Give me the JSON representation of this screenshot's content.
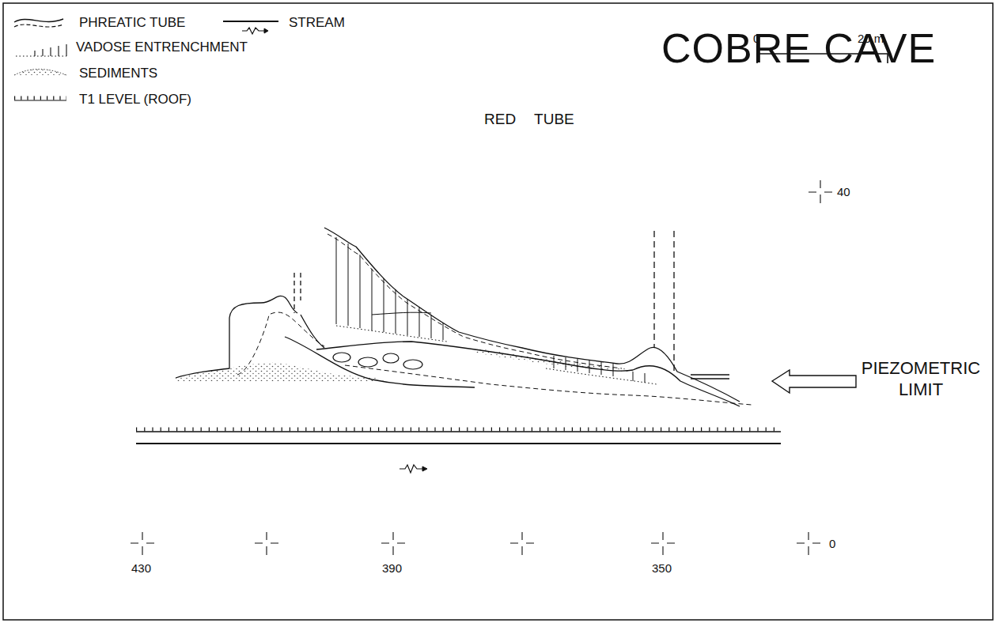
{
  "diagram": {
    "title": "COBRE CAVE",
    "labels": [
      "0",
      "20 m.",
      "RED TUBE",
      "40",
      "PIEZOMETRIC LIMIT",
      "0",
      "430",
      "390",
      "350"
    ],
    "legend": [
      {
        "text": "PHREATIC TUBE"
      },
      {
        "text": "STREAM"
      },
      {
        "text": "VADOSE ENTRENCHMENT"
      },
      {
        "text": "SEDIMENTS"
      },
      {
        "text": "T1 LEVEL (ROOF)"
      }
    ]
  }
}
